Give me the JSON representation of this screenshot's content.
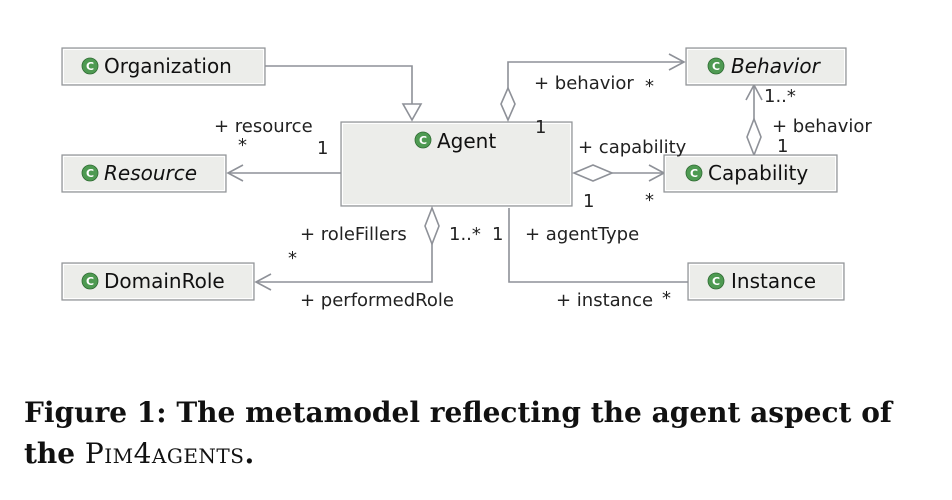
{
  "classes": {
    "organization": "Organization",
    "agent": "Agent",
    "behavior": "Behavior",
    "resource": "Resource",
    "capability": "Capability",
    "domainrole": "DomainRole",
    "instance": "Instance",
    "icon_letter": "C"
  },
  "labels": {
    "behavior_role": "+ behavior",
    "behavior_mult": "*",
    "agent_behavior_mult": "1",
    "resource_role": "+ resource",
    "resource_mult": "*",
    "agent_resource_mult": "1",
    "capability_role": "+ capability",
    "agent_capability_mult": "1",
    "capability_mult": "*",
    "cap_behavior_mult": "1..*",
    "cap_behavior_role": "+ behavior",
    "cap_behavior_src_mult": "1",
    "rolefillers_role": "+ roleFillers",
    "rolefillers_mult": "1..*",
    "domainrole_mult": "*",
    "performedrole_role": "+ performedRole",
    "agenttype_mult": "1",
    "agenttype_role": "+ agentType",
    "instance_role": "+ instance",
    "instance_mult": "*"
  },
  "caption": {
    "prefix": "Figure 1:",
    "text": "The metamodel reflecting the agent aspect of the",
    "name": "Pim4agents",
    "suffix": "."
  }
}
